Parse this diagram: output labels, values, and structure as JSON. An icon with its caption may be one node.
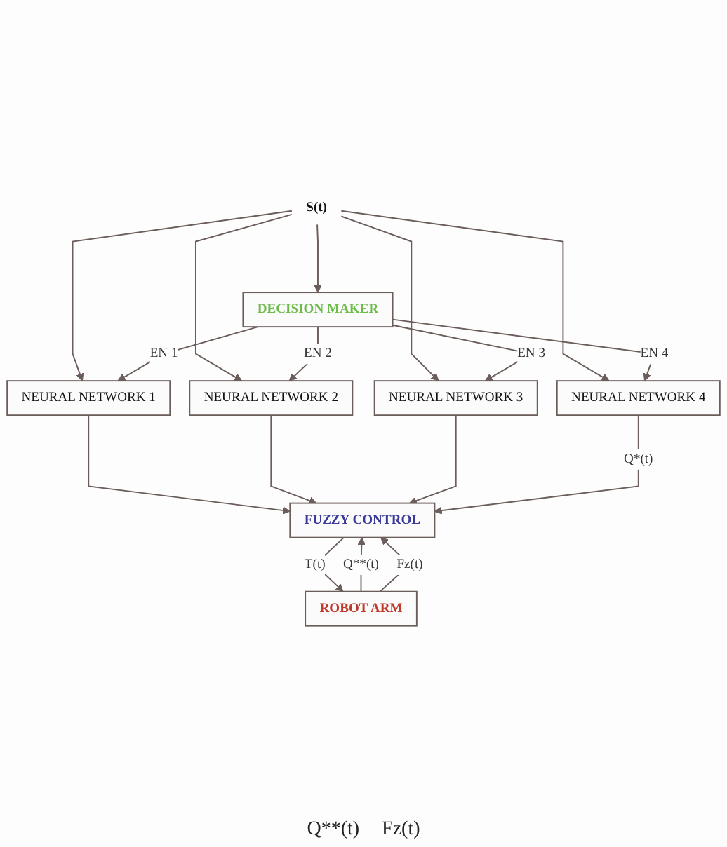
{
  "diagram": {
    "nodes": [
      {
        "text": [
          "S(t)"
        ]
      },
      {
        "text": [
          "DECISION MAKER"
        ]
      },
      {
        "text": [
          "NEURAL NETWORK 1"
        ]
      },
      {
        "text": [
          "NEURAL NETWORK 2"
        ]
      },
      {
        "text": [
          "NEURAL NETWORK 3"
        ]
      },
      {
        "text": [
          "NEURAL NETWORK 4"
        ]
      },
      {
        "text": [
          "FUZZY CONTROL"
        ]
      },
      {
        "text": [
          "ROBOT ARM"
        ]
      }
    ],
    "edges": [
      {
        "from": 0,
        "to": 1,
        "arrow": "to"
      },
      {
        "from": 0,
        "to": 2,
        "arrow": "to"
      },
      {
        "from": 0,
        "to": 3,
        "arrow": "to"
      },
      {
        "from": 0,
        "to": 4,
        "arrow": "to"
      },
      {
        "from": 0,
        "to": 5,
        "arrow": "to"
      },
      {
        "from": 1,
        "to": 2,
        "label": "EN 1",
        "arrow": "to"
      },
      {
        "from": 1,
        "to": 3,
        "label": "EN 2",
        "arrow": "to"
      },
      {
        "from": 1,
        "to": 4,
        "label": "EN 3",
        "arrow": "to"
      },
      {
        "from": 1,
        "to": 5,
        "label": "EN 4",
        "arrow": "to"
      },
      {
        "from": 2,
        "to": 6,
        "arrow": "to"
      },
      {
        "from": 3,
        "to": 6,
        "arrow": "to"
      },
      {
        "from": 4,
        "to": 6,
        "arrow": "to"
      },
      {
        "from": 5,
        "to": 6,
        "label": "Q*(t)",
        "arrow": "to"
      },
      {
        "from": 6,
        "to": 7,
        "label": "T(t)",
        "arrow": "to"
      },
      {
        "from": 7,
        "to": 6,
        "label": "Q**(t)",
        "arrow": "to"
      },
      {
        "from": 7,
        "to": 6,
        "label": "Fz(t)",
        "arrow": "to"
      }
    ],
    "labels": [
      "Q**(t)",
      "Fz(t)"
    ]
  }
}
